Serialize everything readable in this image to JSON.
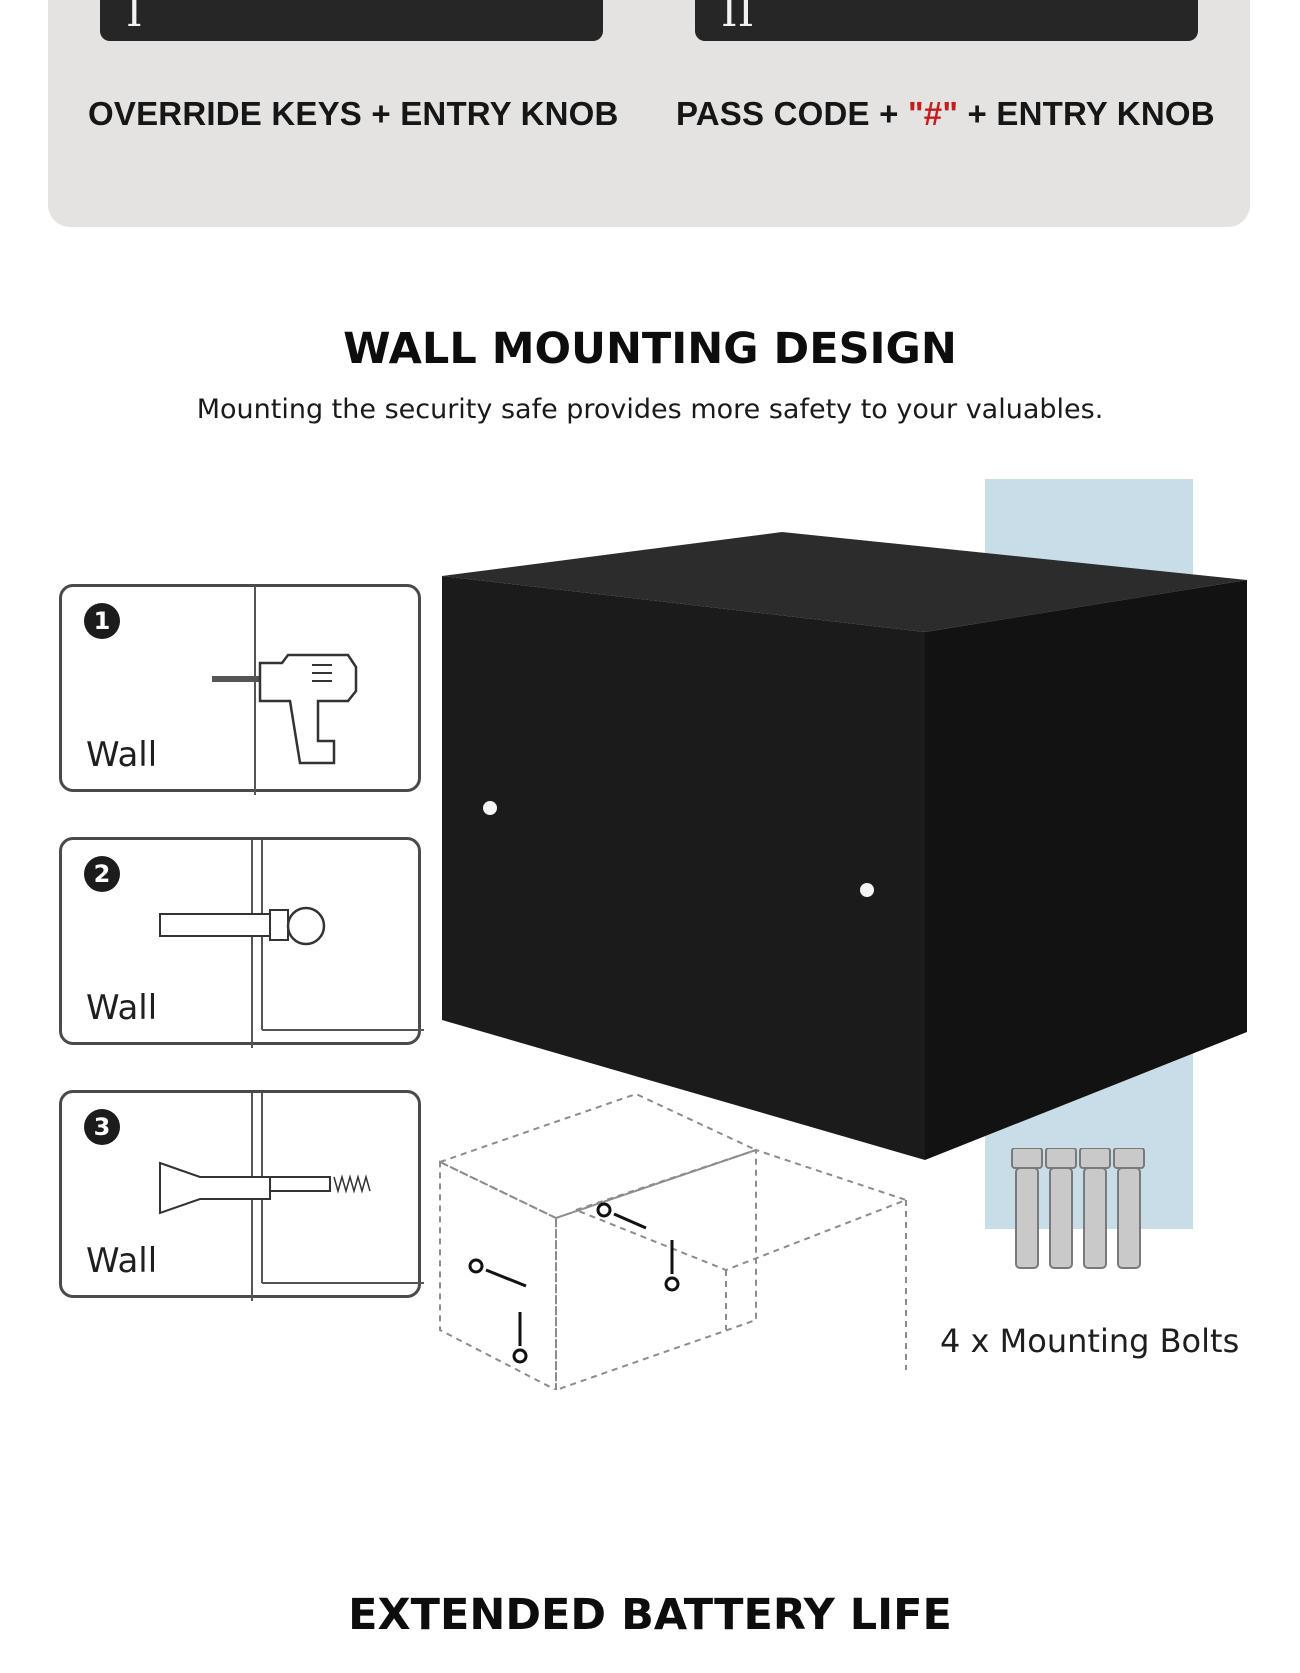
{
  "options": [
    {
      "numeral": "I",
      "label": "OVERRIDE KEYS + ENTRY KNOB"
    },
    {
      "numeral": "II",
      "label_before": "PASS CODE + ",
      "label_hash": "\"#\"",
      "label_after": " + ENTRY KNOB"
    }
  ],
  "wall_mounting": {
    "title": "WALL MOUNTING DESIGN",
    "subtitle": "Mounting the security safe provides more safety to your valuables.",
    "steps": [
      {
        "number": "1",
        "label": "Wall",
        "icon": "drill-icon"
      },
      {
        "number": "2",
        "label": "Wall",
        "icon": "anchor-insert-icon"
      },
      {
        "number": "3",
        "label": "Wall",
        "icon": "anchor-expanded-icon"
      }
    ],
    "bolts_label": "4 x Mounting Bolts"
  },
  "battery": {
    "title": "EXTENDED BATTERY LIFE"
  },
  "colors": {
    "panel_bg": "#e4e3e1",
    "accent_hash": "#c21e1e",
    "safe_body": "#1b1b1b",
    "strip": "#c9dde8"
  }
}
